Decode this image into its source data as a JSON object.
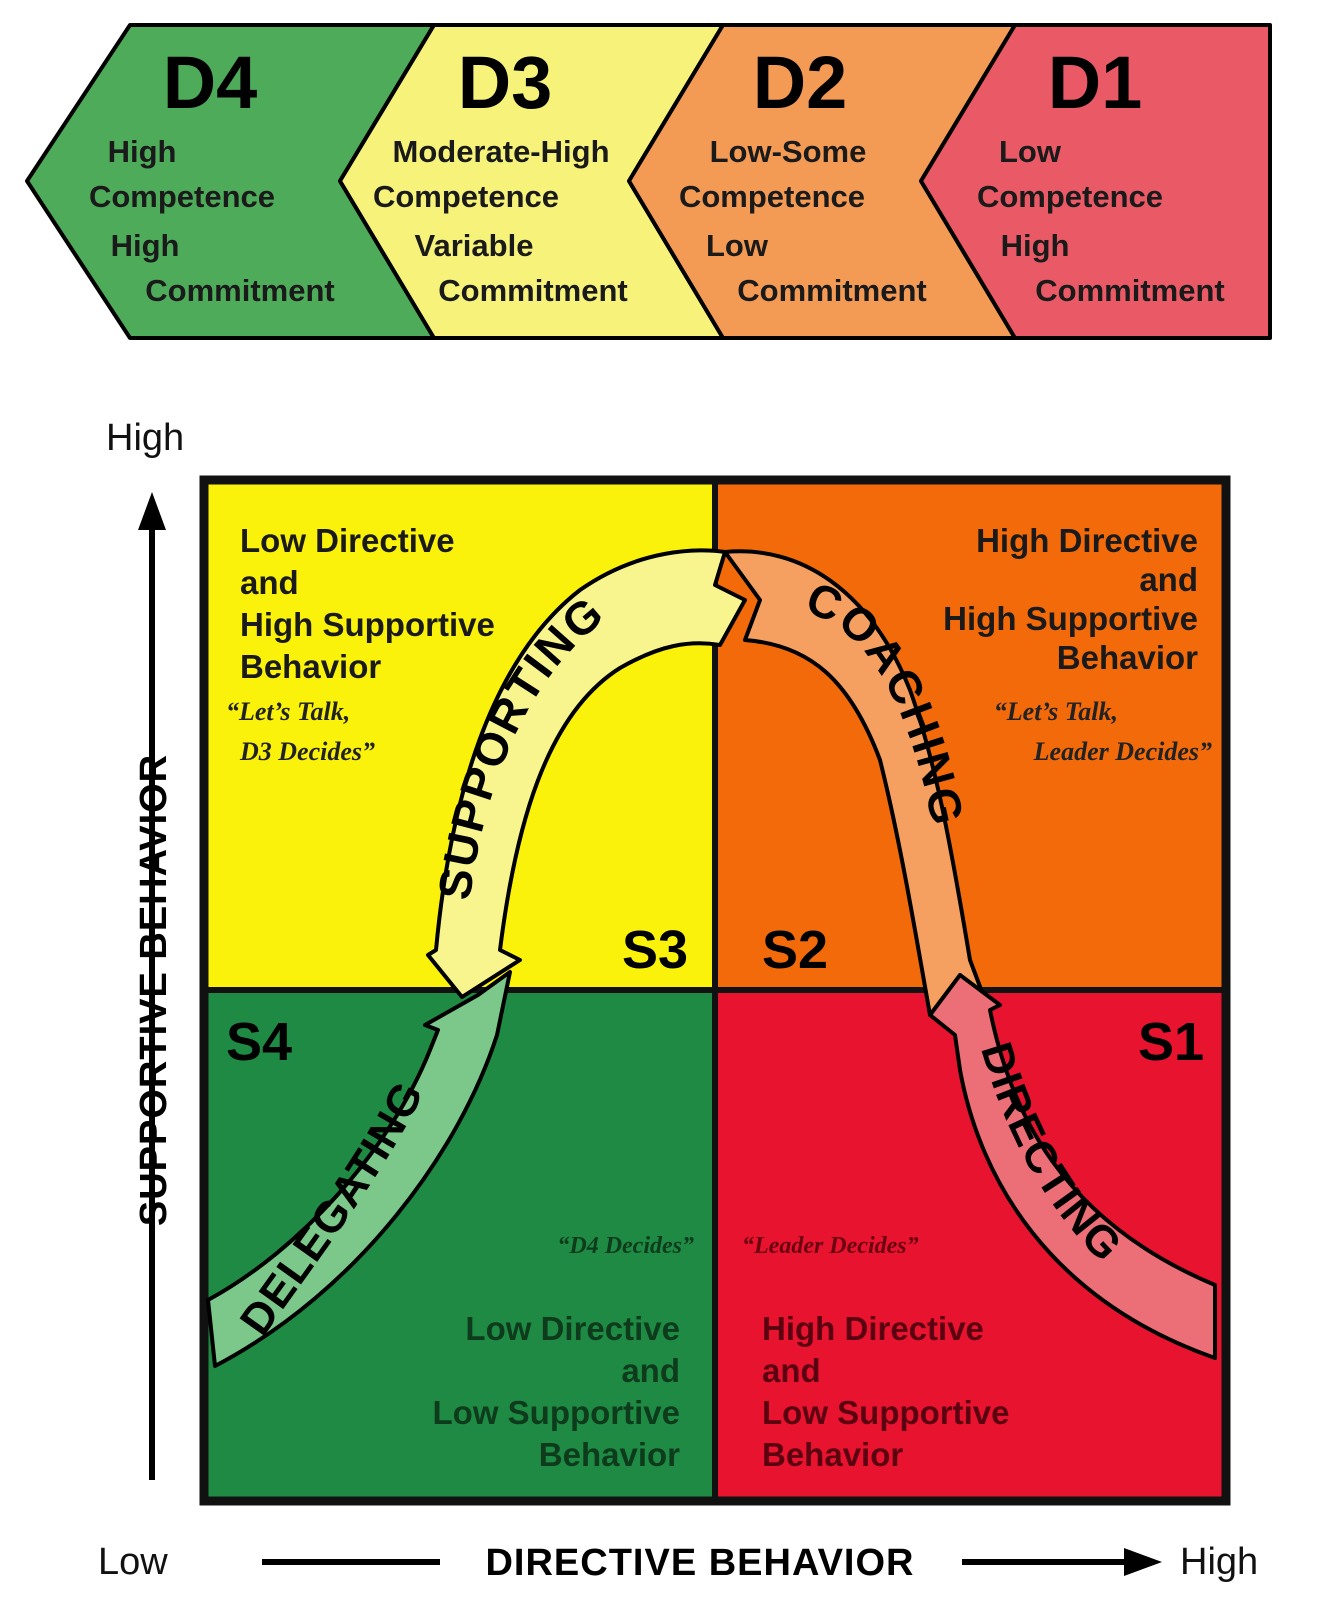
{
  "stages": [
    {
      "code": "D4",
      "lines": [
        "High",
        "Competence",
        "High",
        "Commitment"
      ],
      "color": "#4dab5a"
    },
    {
      "code": "D3",
      "lines": [
        "Moderate-High",
        "Competence",
        "Variable",
        "Commitment"
      ],
      "color": "#f6f27a"
    },
    {
      "code": "D2",
      "lines": [
        "Low-Some",
        "Competence",
        "Low",
        "Commitment"
      ],
      "color": "#f39a55"
    },
    {
      "code": "D1",
      "lines": [
        "Low",
        "Competence",
        "High",
        "Commitment"
      ],
      "color": "#ea5a66"
    }
  ],
  "axes": {
    "y_high": "High",
    "y_label": "SUPPORTIVE BEHAVIOR",
    "x_low": "Low",
    "x_label": "DIRECTIVE BEHAVIOR",
    "x_high": "High"
  },
  "quadrants": {
    "s3": {
      "code": "S3",
      "lines": [
        "Low Directive",
        "and",
        "High Supportive",
        "Behavior"
      ],
      "quote": [
        "“Let’s Talk,",
        "D3 Decides”"
      ],
      "color": "#fbf20c"
    },
    "s2": {
      "code": "S2",
      "lines": [
        "High Directive",
        "and",
        "High Supportive",
        "Behavior"
      ],
      "quote": [
        "“Let’s Talk,",
        "Leader Decides”"
      ],
      "color": "#f26a0a"
    },
    "s4": {
      "code": "S4",
      "lines": [
        "Low Directive",
        "and",
        "Low Supportive",
        "Behavior"
      ],
      "quote": [
        "“D4 Decides”"
      ],
      "color": "#1f8a44"
    },
    "s1": {
      "code": "S1",
      "lines": [
        "High Directive",
        "and",
        "Low Supportive",
        "Behavior"
      ],
      "quote": [
        "“Leader Decides”"
      ],
      "color": "#e8132f"
    }
  },
  "curve_labels": {
    "supporting": "SUPPORTING",
    "coaching": "COACHING",
    "delegating": "DELEGATING",
    "directing": "DIRECTING"
  }
}
